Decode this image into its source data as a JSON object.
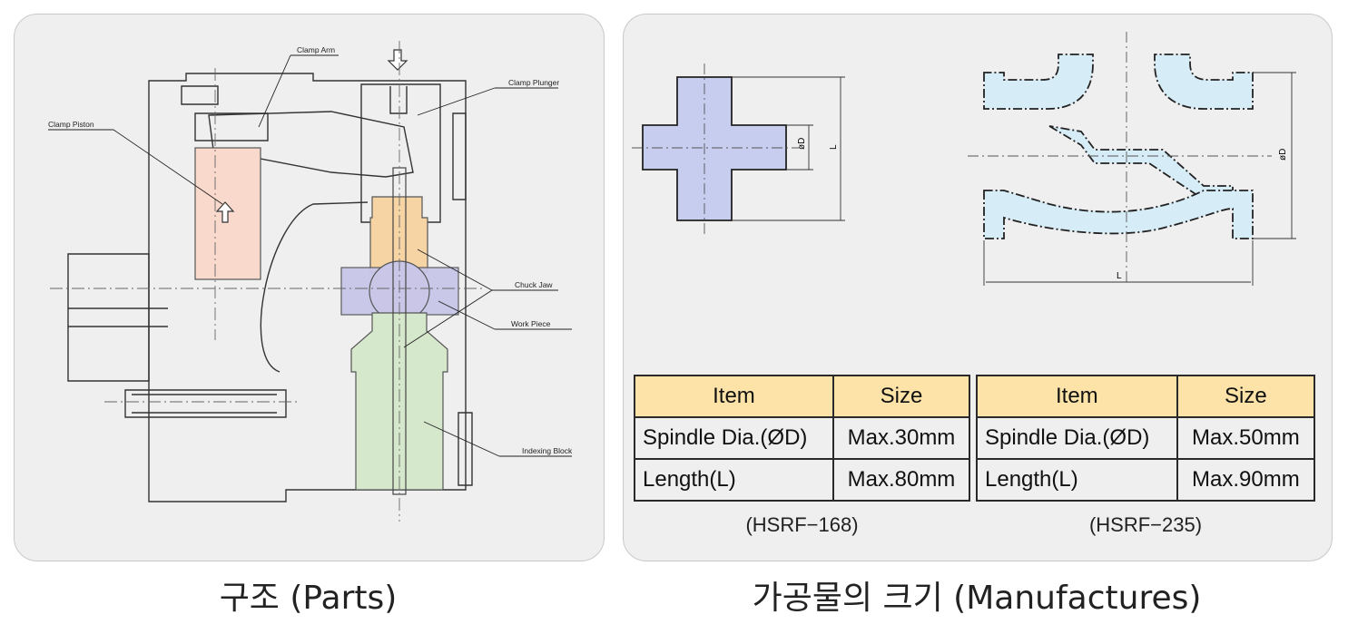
{
  "parts_diagram": {
    "labels": {
      "clamp_arm": "Clamp Arm",
      "clamp_plunger": "Clamp Plunger",
      "clamp_piston": "Clamp Piston",
      "chuck_jaw": "Chuck Jaw",
      "work_piece": "Work Piece",
      "indexing_block": "Indexing Block"
    },
    "colors": {
      "piston": "#f9d9cb",
      "chuck_jaw": "#f6d4a4",
      "work_piece": "#c9c6e8",
      "indexing_block": "#d6e8cc"
    }
  },
  "manufactures_diagram": {
    "cross_labels": {
      "diameter": "øD",
      "length": "L"
    },
    "body_labels": {
      "diameter": "øD",
      "length": "L"
    },
    "colors": {
      "cross_fill": "#c6cdef",
      "body_fill": "#d6ecf7"
    }
  },
  "spec_tables": [
    {
      "model": "(HSRF−168)",
      "header": [
        "Item",
        "Size"
      ],
      "rows": [
        [
          "Spindle Dia.(ØD)",
          "Max.30mm"
        ],
        [
          "Length(L)",
          "Max.80mm"
        ]
      ]
    },
    {
      "model": "(HSRF−235)",
      "header": [
        "Item",
        "Size"
      ],
      "rows": [
        [
          "Spindle Dia.(ØD)",
          "Max.50mm"
        ],
        [
          "Length(L)",
          "Max.90mm"
        ]
      ]
    }
  ],
  "captions": {
    "parts": "구조 (Parts)",
    "manufactures": "가공물의 크기 (Manufactures)"
  },
  "accent_colors": {
    "table_header": "#fde3a8",
    "panel_bg": "#efefef"
  }
}
